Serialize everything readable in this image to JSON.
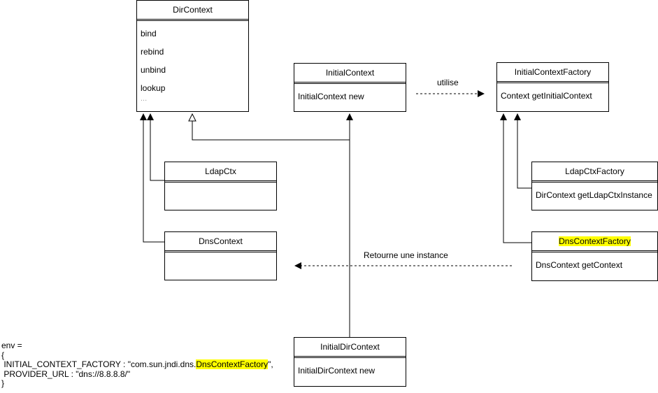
{
  "classes": {
    "dircontext": {
      "name": "DirContext",
      "methods": [
        "bind",
        "rebind",
        "unbind",
        "lookup"
      ],
      "more": "..."
    },
    "initialcontext": {
      "name": "InitialContext",
      "method": "InitialContext new"
    },
    "initialcontextfactory": {
      "name": "InitialContextFactory",
      "method": "Context getInitialContext"
    },
    "ldapctx": {
      "name": "LdapCtx"
    },
    "dnscontext": {
      "name": "DnsContext"
    },
    "ldapctxfactory": {
      "name": "LdapCtxFactory",
      "method": "DirContext getLdapCtxInstance"
    },
    "dnscontextfactory": {
      "name": "DnsContextFactory",
      "method": "DnsContext getContext"
    },
    "initialdircontext": {
      "name": "InitialDirContext",
      "method": "InitialDirContext new"
    }
  },
  "relations": {
    "uses_label": "utilise",
    "returns_label": "Retourne une instance"
  },
  "env": {
    "line1": "env =",
    "line2": "{",
    "line3_prefix": " INITIAL_CONTEXT_FACTORY : \"com.sun.jndi.dns.",
    "line3_highlight": "DnsContextFactory",
    "line3_suffix": "\",",
    "line4": " PROVIDER_URL : \"dns://8.8.8.8/\"",
    "line5": "}"
  },
  "colors": {
    "highlight": "#ffff00",
    "line": "#000000",
    "muted": "#9e9e9e"
  }
}
